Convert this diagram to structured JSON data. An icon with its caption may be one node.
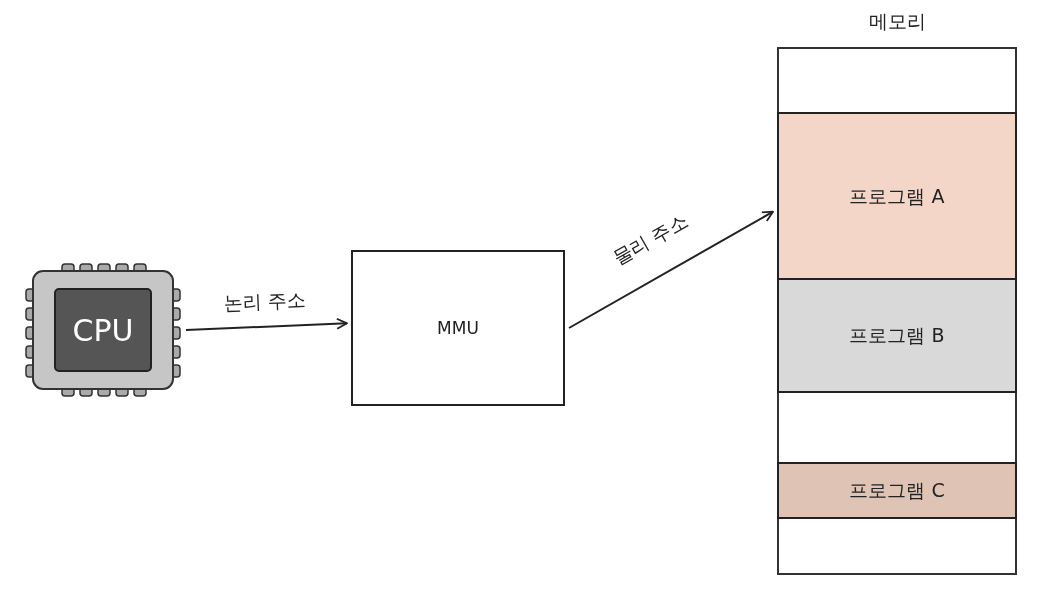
{
  "diagram": {
    "nodes": [
      {
        "text": [
          "CPU"
        ]
      },
      {
        "text": [
          "MMU"
        ]
      },
      {
        "text": [
          "메모리"
        ]
      },
      {
        "text": [
          "프로그램 A"
        ],
        "in": 2
      },
      {
        "text": [
          "프로그램 B"
        ],
        "in": 2
      },
      {
        "text": [
          "프로그램 C"
        ],
        "in": 2
      }
    ],
    "edges": [
      {
        "from": 0,
        "to": 1,
        "arrow": "to",
        "label": "논리 주소"
      },
      {
        "from": 1,
        "to": 3,
        "arrow": "to",
        "label": "물리 주소"
      }
    ]
  }
}
